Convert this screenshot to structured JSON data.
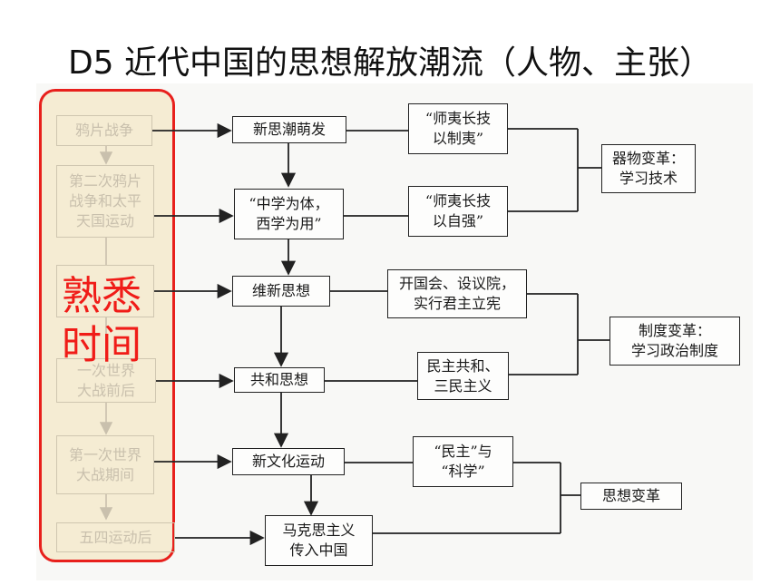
{
  "title": "D5 近代中国的思想解放潮流（人物、主张）",
  "left_periods": [
    "鸦片战争",
    "第二次鸦片\n战争和太平\n天国运动",
    "",
    "一次世界\n大战前后",
    "第一次世界\n大战期间",
    "五四运动后"
  ],
  "overlay_text": "熟悉\n时间",
  "thoughts": [
    "新思潮萌发",
    "“中学为体，\n西学为用”",
    "维新思想",
    "共和思想",
    "新文化运动",
    "马克思主义\n传入中国"
  ],
  "ideas": [
    "“师夷长技\n以制夷”",
    "“师夷长技\n以自强”",
    "开国会、设议院，\n实行君主立宪",
    "民主共和、\n三民主义",
    "“民主”与\n“科学”"
  ],
  "changes": [
    "器物变革：\n学习技术",
    "制度变革：\n学习政治制度",
    "思想变革"
  ]
}
